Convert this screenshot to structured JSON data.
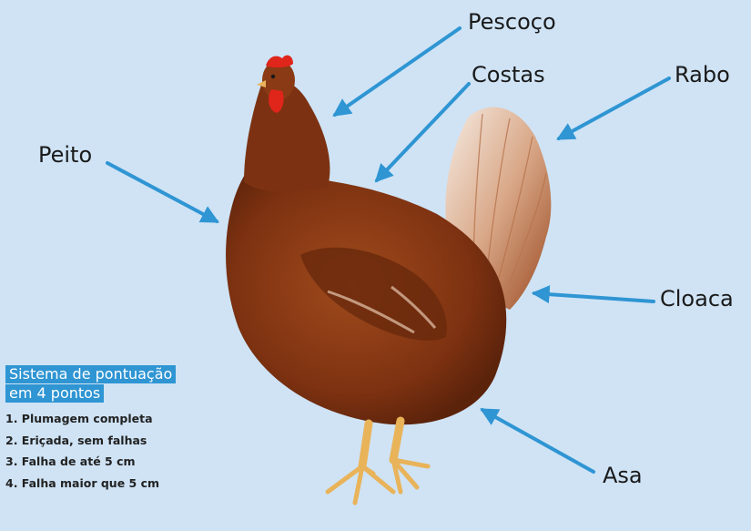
{
  "labels": {
    "pescoco": "Pescoço",
    "costas": "Costas",
    "rabo": "Rabo",
    "peito": "Peito",
    "cloaca": "Cloaca",
    "asa": "Asa"
  },
  "scoring": {
    "title_line1": "Sistema de pontuação",
    "title_line2": "em 4 pontos",
    "items": [
      "1. Plumagem completa",
      "2. Eriçada, sem falhas",
      "3. Falha de até 5 cm",
      "4. Falha maior que 5 cm"
    ]
  },
  "colors": {
    "background": "#cfe3f5",
    "arrow": "#2f95d3",
    "score_title_bg": "#2f95d3",
    "hen_body": "#8a3a14",
    "hen_comb": "#e0251b",
    "hen_legs": "#e9b35a",
    "tail_light": "#f3e6da"
  }
}
